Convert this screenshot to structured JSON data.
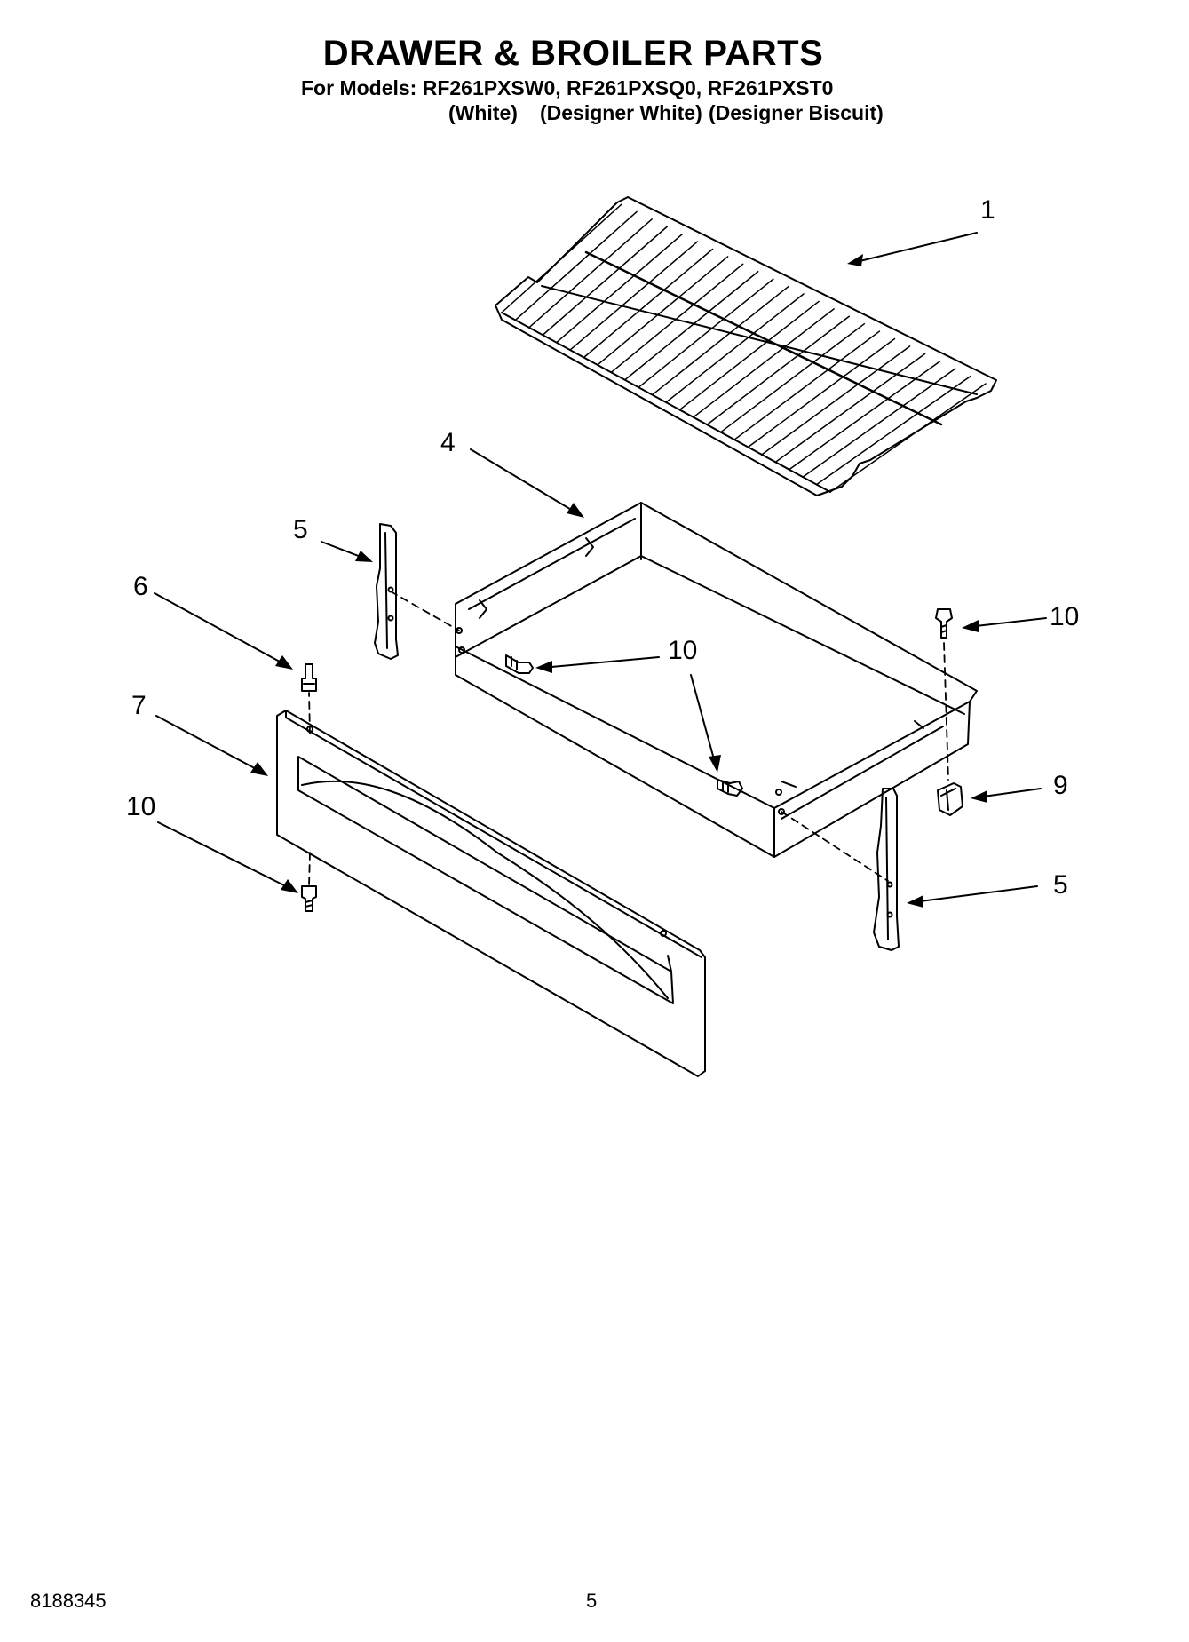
{
  "header": {
    "title": "DRAWER & BROILER PARTS",
    "models_line": "For Models: RF261PXSW0, RF261PXSQ0, RF261PXST0",
    "colors": [
      "(White)",
      "(Designer White)",
      "(Designer Biscuit)"
    ]
  },
  "callouts": {
    "c1": "1",
    "c4": "4",
    "c5_left": "5",
    "c5_right": "5",
    "c6": "6",
    "c7": "7",
    "c9": "9",
    "c10_right": "10",
    "c10_center": "10",
    "c10_left": "10"
  },
  "footer": {
    "doc_number": "8188345",
    "page_number": "5"
  }
}
